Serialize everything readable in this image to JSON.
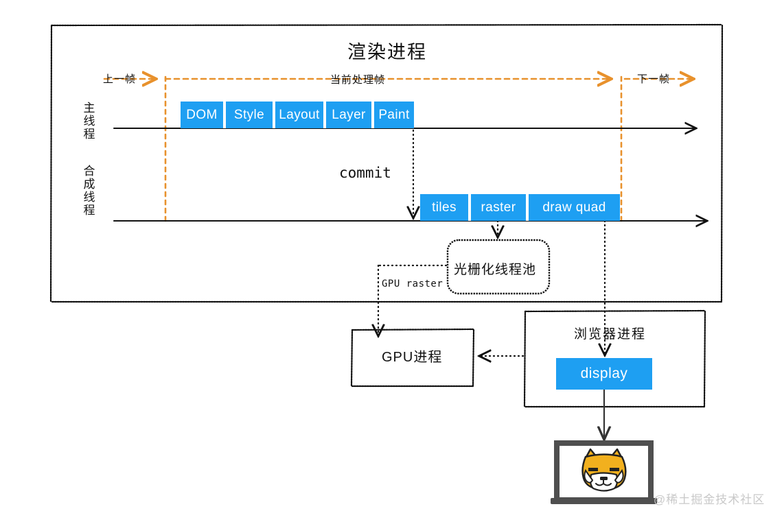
{
  "diagram": {
    "renderer_process": {
      "title": "渲染进程",
      "frame_markers": {
        "previous": "上一帧",
        "current": "当前处理帧",
        "next": "下一帧"
      },
      "lanes": [
        {
          "name": "main-thread",
          "label": "主线程"
        },
        {
          "name": "compositor-thread",
          "label": "合成线程"
        }
      ],
      "main_thread_steps": [
        "DOM",
        "Style",
        "Layout",
        "Layer",
        "Paint"
      ],
      "commit_label": "commit",
      "compositor_steps": [
        "tiles",
        "raster",
        "draw quad"
      ],
      "raster_pool": "光栅化线程池",
      "gpu_raster_label": "GPU raster"
    },
    "gpu_process": {
      "title": "GPU进程"
    },
    "browser_process": {
      "title": "浏览器进程",
      "display_label": "display"
    },
    "screen": {
      "name": "laptop-screen",
      "content": "shiba-dog-pixel-art"
    },
    "watermark": "@稀土掘金技术社区"
  },
  "colors": {
    "chip_blue": "#1E9FF2",
    "frame_orange": "#E8912C",
    "stroke_black": "#111111",
    "watermark_grey": "#c9c9c9"
  }
}
